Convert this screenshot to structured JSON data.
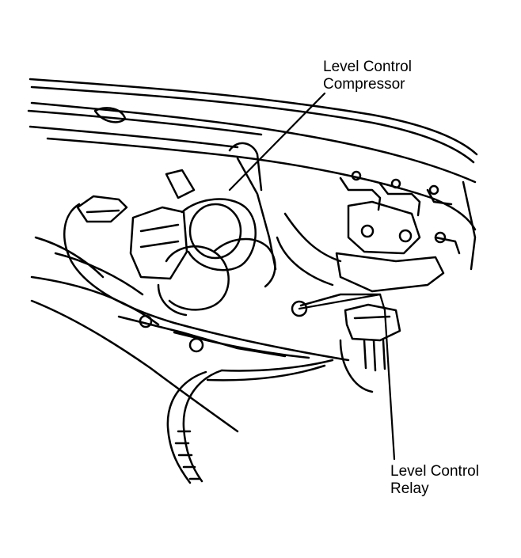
{
  "colors": {
    "ink": "#000000",
    "paper": "#ffffff"
  },
  "labels": {
    "compressor": {
      "line1": "Level Control",
      "line2": "Compressor"
    },
    "relay": {
      "line1": "Level Control",
      "line2": "Relay"
    }
  }
}
